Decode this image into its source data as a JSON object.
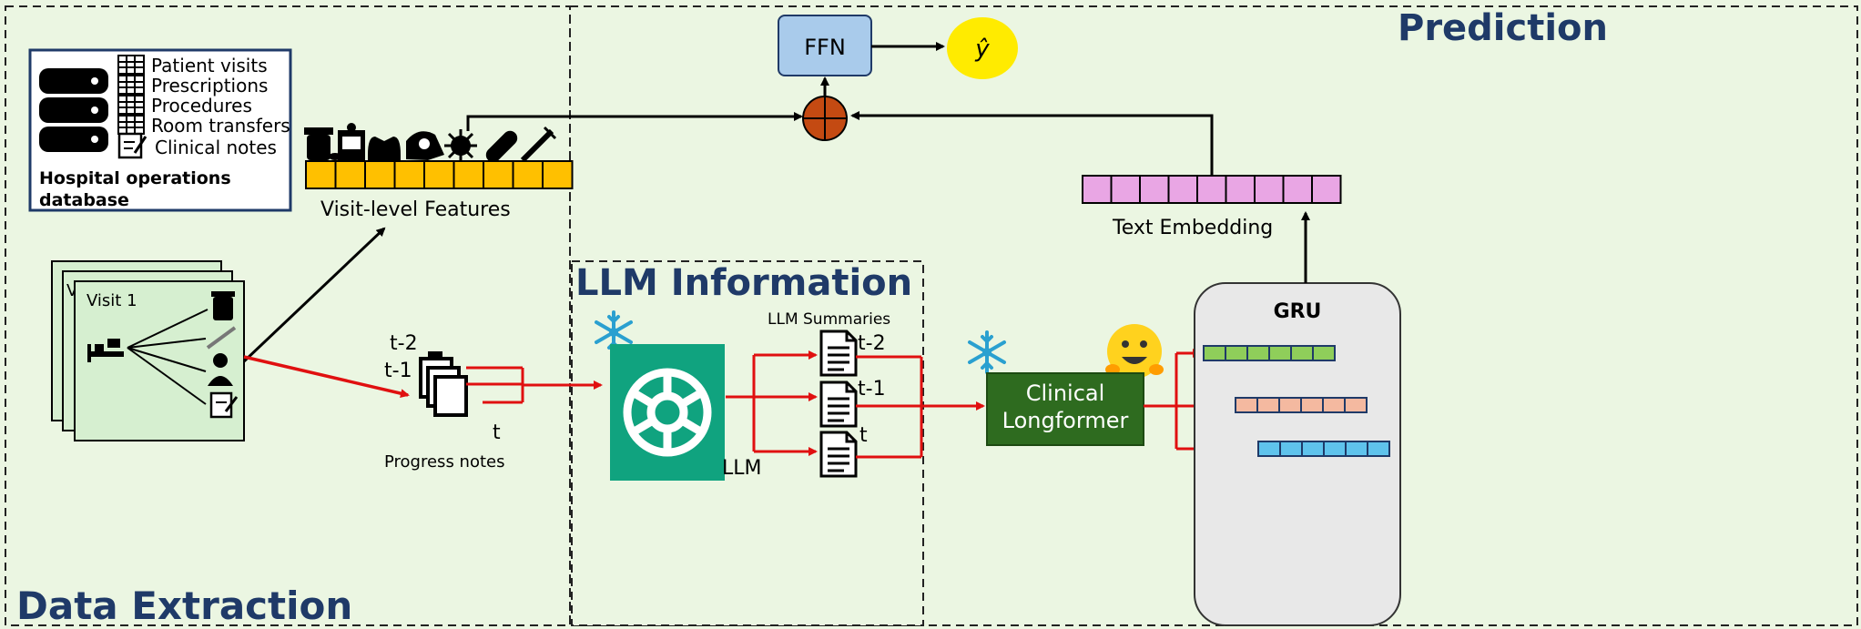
{
  "sections": {
    "prediction": "Prediction",
    "data_extraction": "Data Extraction",
    "llm_information": "LLM Information"
  },
  "database": {
    "tables": [
      "Patient visits",
      "Prescriptions",
      "Procedures",
      "Room transfers",
      "Clinical notes"
    ],
    "label_line1": "Hospital operations",
    "label_line2": "database"
  },
  "visits": {
    "front_label": "Visit 1",
    "back_label": "V"
  },
  "features": {
    "label": "Visit-level Features",
    "color": "#ffc000",
    "cells": 9
  },
  "progress": {
    "t2": "t-2",
    "t1": "t-1",
    "t": "t",
    "label": "Progress notes"
  },
  "llm": {
    "summaries_label": "LLM Summaries",
    "bottom_label": "LLM",
    "logo_color": "#10a37f",
    "doc_labels": [
      "t-2",
      "t-1",
      "t"
    ]
  },
  "longformer": {
    "line1": "Clinical",
    "line2": "Longformer",
    "color": "#2e6b1f"
  },
  "gru": {
    "label": "GRU",
    "bar_colors": [
      "#8fce5a",
      "#f4b9a0",
      "#5fc3ec"
    ]
  },
  "embedding": {
    "label": "Text Embedding",
    "color": "#e9a6e4",
    "cells": 9
  },
  "prediction": {
    "ffn_label": "FFN",
    "output_label": "ŷ",
    "ffn_color": "#a9cbeb",
    "output_color": "#ffeb00",
    "combine_color": "#c44a12"
  }
}
